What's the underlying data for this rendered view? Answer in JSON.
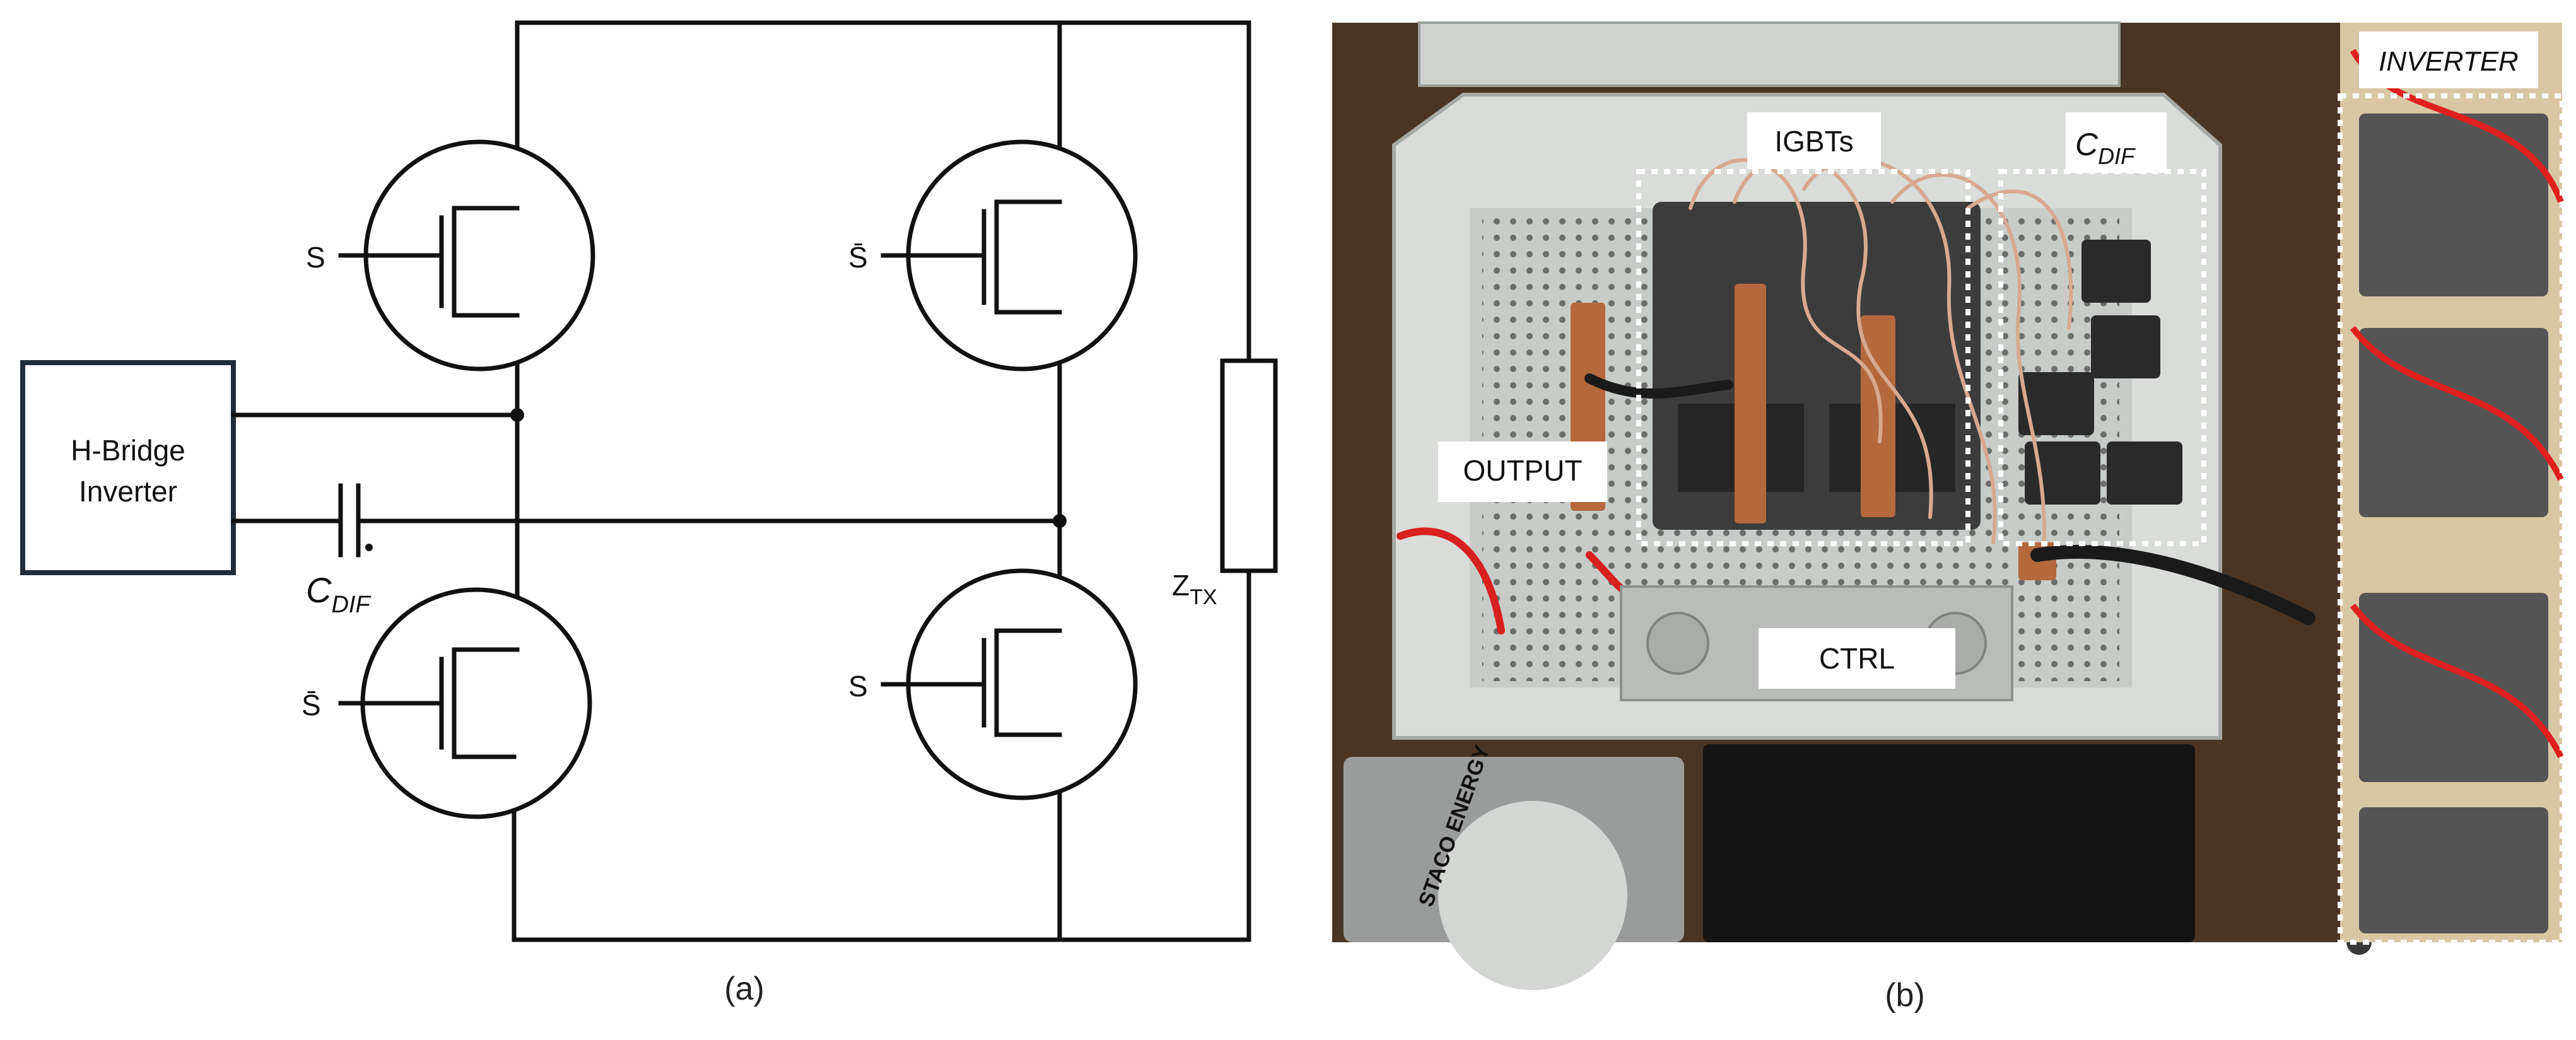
{
  "panel_a": {
    "caption": "(a)",
    "inverter_box": {
      "line1": "H-Bridge",
      "line2": "Inverter"
    },
    "capacitor": {
      "main": "C",
      "sub": "DIF"
    },
    "load": {
      "main": "Z",
      "sub": "TX"
    },
    "gates": {
      "top_left": "S",
      "top_right": "S̄",
      "bottom_left": "S̄",
      "bottom_right": "S"
    }
  },
  "panel_b": {
    "caption": "(b)",
    "labels": {
      "igbts": "IGBTs",
      "cdif_main": "C",
      "cdif_sub": "DIF",
      "inverter": "INVERTER",
      "output": "OUTPUT",
      "ctrl": "CTRL"
    },
    "brand_text": "STACO ENERGY"
  },
  "colors": {
    "line": "#111111",
    "photo_dashed_box": "#ffffff",
    "enclosure": "#d9dcd8",
    "background_wood": "#4a3524"
  }
}
